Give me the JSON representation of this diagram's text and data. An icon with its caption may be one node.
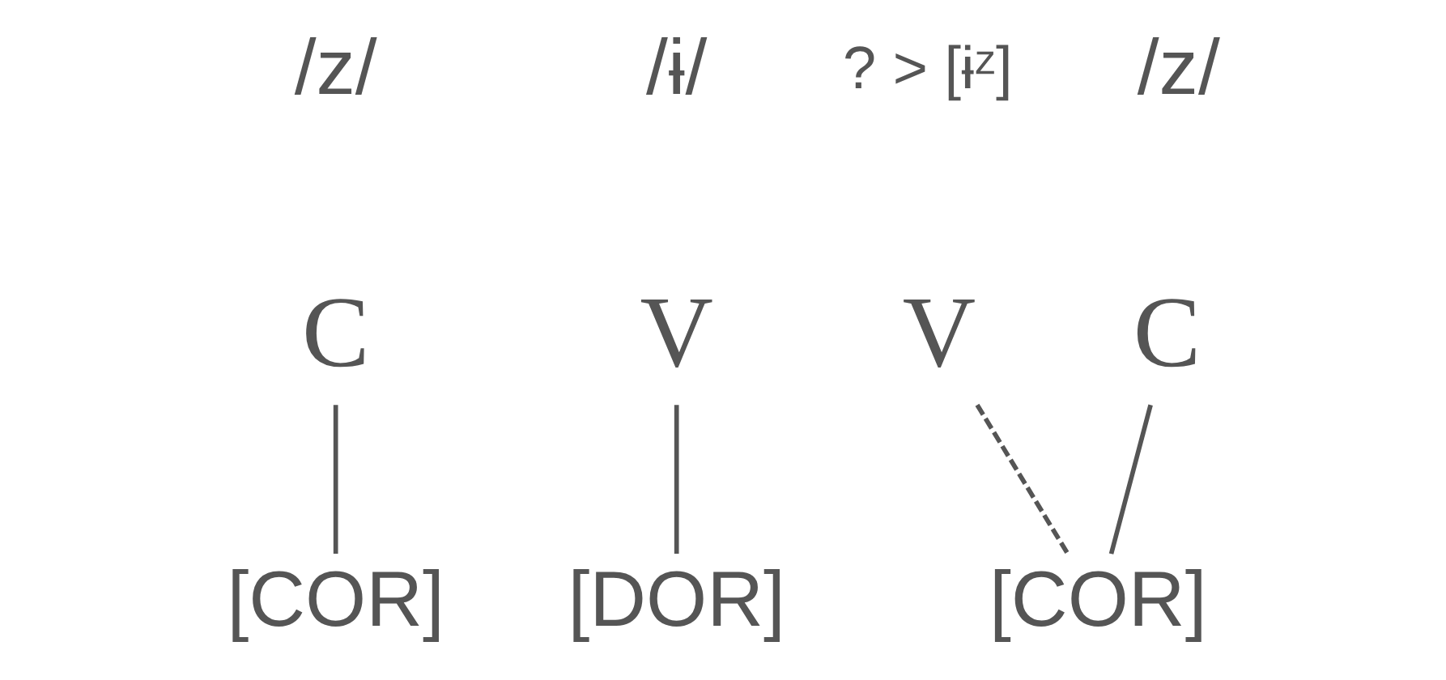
{
  "diagram": {
    "nodes": [
      {
        "text": [
          "C"
        ]
      },
      {
        "text": [
          "V"
        ]
      },
      {
        "text": [
          "C"
        ]
      },
      {
        "text": [
          "V"
        ]
      },
      {
        "text": [
          "[COR]"
        ]
      },
      {
        "text": [
          "[DOR]"
        ]
      },
      {
        "text": [
          "[COR]"
        ]
      }
    ],
    "edges": [
      {
        "from": 0,
        "to": 4,
        "arrow": "none"
      },
      {
        "from": 1,
        "to": 5,
        "arrow": "none"
      },
      {
        "from": 2,
        "to": 6,
        "arrow": "none"
      },
      {
        "from": 3,
        "to": 6,
        "arrow": "none",
        "style": "dashed"
      }
    ],
    "labels": [
      "/z/",
      "/ɨ/",
      "/z/",
      "? > [ɨᶻ]"
    ]
  }
}
